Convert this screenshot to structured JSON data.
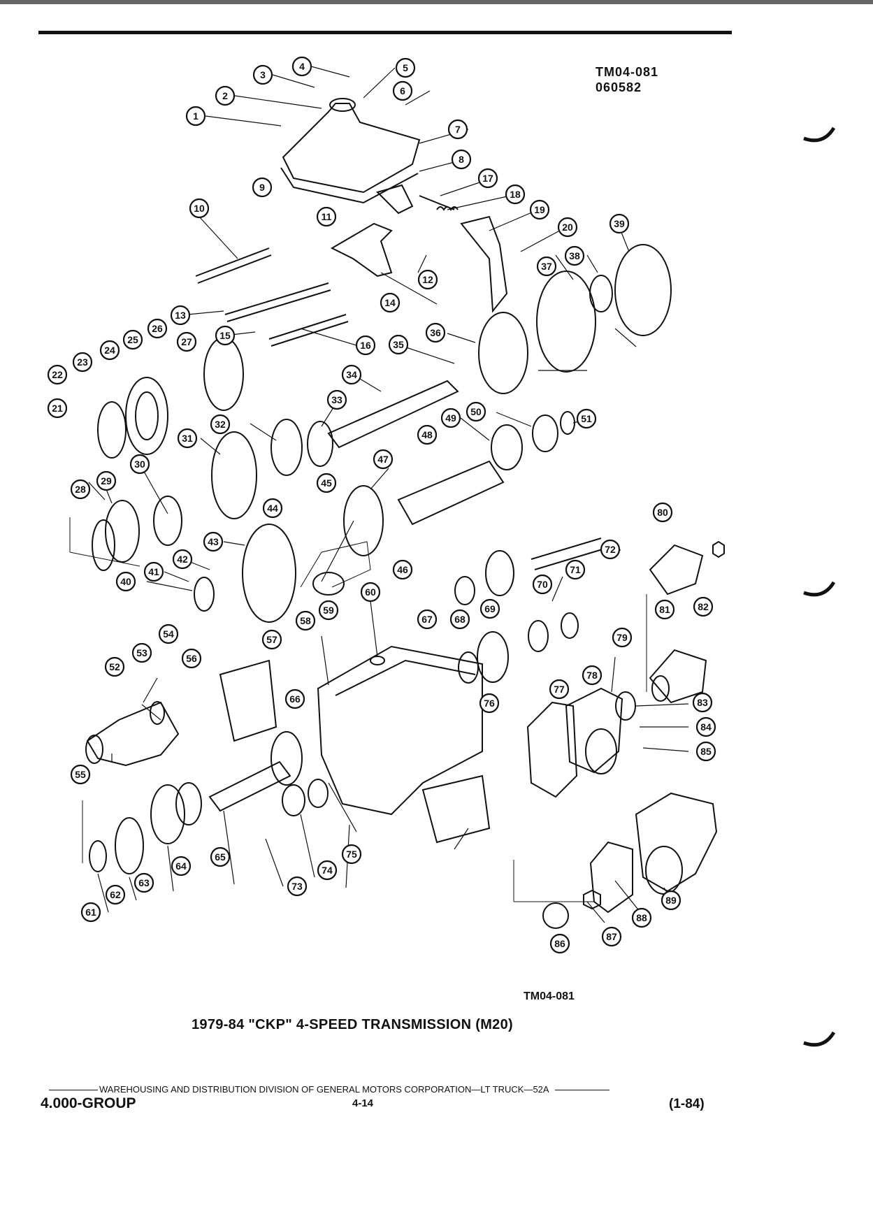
{
  "header": {
    "tm_number": "TM04-081",
    "tm_date": "060582"
  },
  "diagram": {
    "part_numbers": [
      "1",
      "2",
      "3",
      "4",
      "5",
      "6",
      "7",
      "8",
      "9",
      "10",
      "11",
      "12",
      "13",
      "14",
      "15",
      "16",
      "17",
      "18",
      "19",
      "20",
      "21",
      "22",
      "23",
      "24",
      "25",
      "26",
      "27",
      "28",
      "29",
      "30",
      "31",
      "32",
      "33",
      "34",
      "35",
      "36",
      "37",
      "38",
      "39",
      "40",
      "41",
      "42",
      "43",
      "44",
      "45",
      "46",
      "47",
      "48",
      "49",
      "50",
      "51",
      "52",
      "53",
      "54",
      "55",
      "56",
      "57",
      "58",
      "59",
      "60",
      "61",
      "62",
      "63",
      "64",
      "65",
      "66",
      "67",
      "68",
      "69",
      "70",
      "71",
      "72",
      "73",
      "74",
      "75",
      "76",
      "77",
      "78",
      "79",
      "80",
      "81",
      "82",
      "83",
      "84",
      "85",
      "86",
      "87",
      "88",
      "89"
    ],
    "figure_code": "TM04-081",
    "title": "1979-84 \"CKP\" 4-SPEED TRANSMISSION (M20)"
  },
  "footer": {
    "division_text": "WAREHOUSING AND DISTRIBUTION  DIVISION OF GENERAL MOTORS CORPORATION—LT TRUCK—52A",
    "group": "4.000-GROUP",
    "page": "4-14",
    "date_code": "(1-84)"
  }
}
